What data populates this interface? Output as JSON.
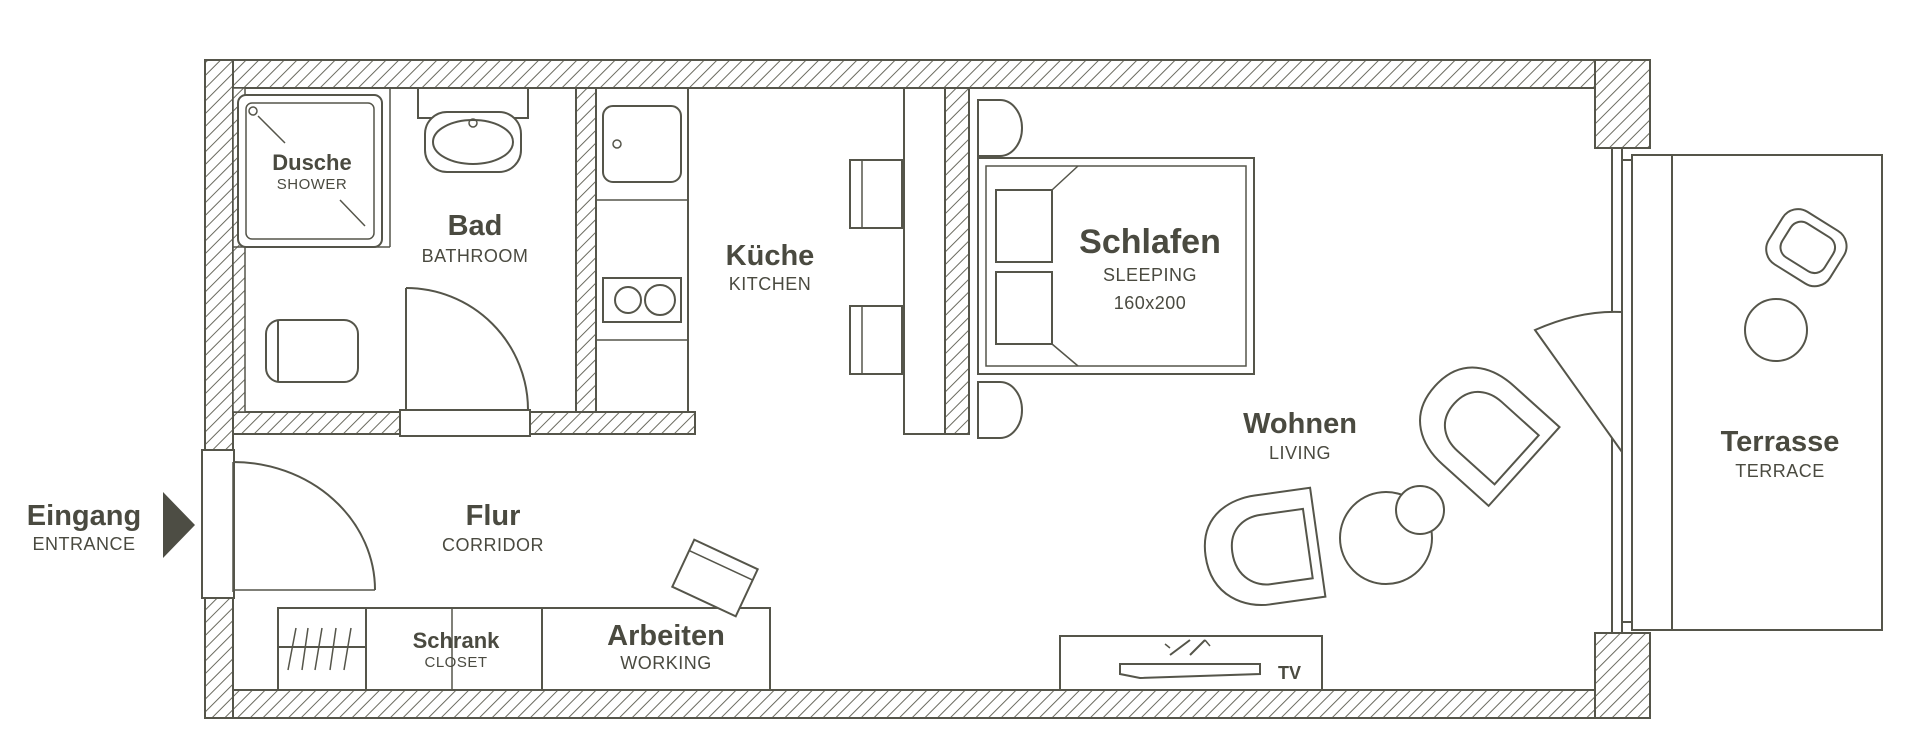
{
  "rooms": {
    "shower": {
      "de": "Dusche",
      "en": "SHOWER"
    },
    "bathroom": {
      "de": "Bad",
      "en": "BATHROOM"
    },
    "kitchen": {
      "de": "Küche",
      "en": "KITCHEN"
    },
    "sleeping": {
      "de": "Schlafen",
      "en": "SLEEPING",
      "size": "160x200"
    },
    "living": {
      "de": "Wohnen",
      "en": "LIVING"
    },
    "terrace": {
      "de": "Terrasse",
      "en": "TERRACE"
    },
    "entrance": {
      "de": "Eingang",
      "en": "ENTRANCE"
    },
    "corridor": {
      "de": "Flur",
      "en": "CORRIDOR"
    },
    "closet": {
      "de": "Schrank",
      "en": "CLOSET"
    },
    "working": {
      "de": "Arbeiten",
      "en": "WORKING"
    }
  },
  "tv_label": "TV",
  "colors": {
    "line": "#55554a",
    "text": "#4a4a40",
    "arrow": "#4d4d44",
    "background": "#ffffff"
  }
}
